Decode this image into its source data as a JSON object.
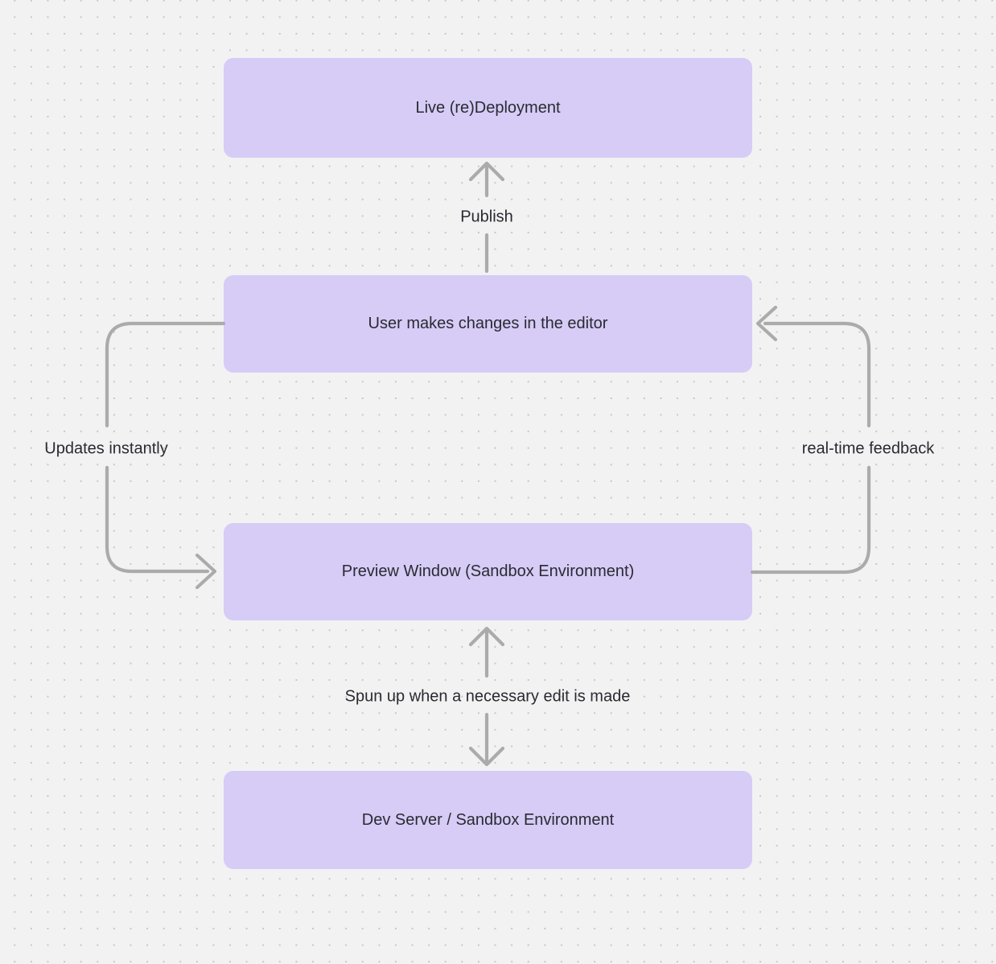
{
  "theme": {
    "background": "#f2f2f3",
    "dot_color": "#c7c7c9",
    "node_fill": "#d6ccf6",
    "arrow_color": "#ababab",
    "text_color": "#2b2a31"
  },
  "diagram": {
    "nodes": [
      {
        "id": "live-redeployment",
        "label": "Live (re)Deployment"
      },
      {
        "id": "user-editor",
        "label": "User makes changes in the editor"
      },
      {
        "id": "preview-window",
        "label": "Preview Window (Sandbox Environment)"
      },
      {
        "id": "dev-server",
        "label": "Dev Server / Sandbox Environment"
      }
    ],
    "edges": [
      {
        "label": "Publish",
        "from": "user-editor",
        "to": "live-redeployment",
        "direction": "up"
      },
      {
        "label": "Updates instantly",
        "from": "user-editor",
        "to": "preview-window",
        "direction": "left-loop"
      },
      {
        "label": "real-time feedback",
        "from": "preview-window",
        "to": "user-editor",
        "direction": "right-loop"
      },
      {
        "label": "Spun up when a necessary edit is made",
        "from": "preview-window",
        "to": "dev-server",
        "direction": "bidirectional"
      }
    ]
  }
}
